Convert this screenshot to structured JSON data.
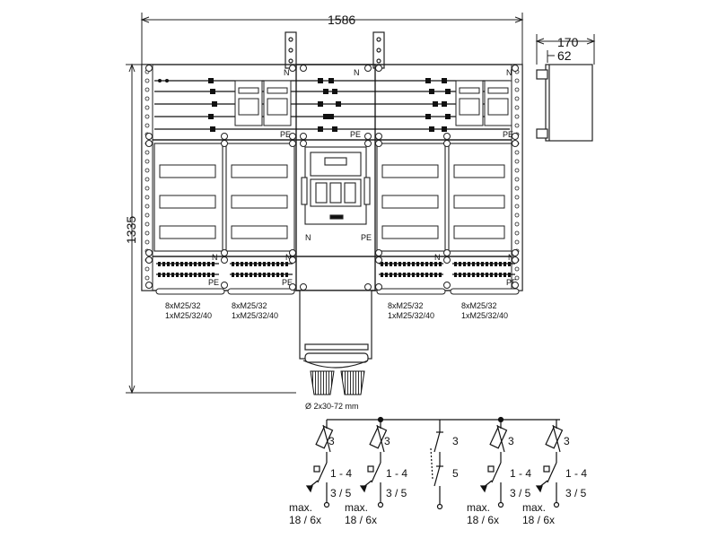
{
  "dimensions": {
    "width": "1586",
    "height": "1335",
    "depth": "170",
    "depth_inner": "62"
  },
  "labels": {
    "n": "N",
    "pe": "PE",
    "cable_entry": "Ø 2x30-72 mm"
  },
  "glands": [
    {
      "line1": "8xM25/32",
      "line2": "1xM25/32/40"
    },
    {
      "line1": "8xM25/32",
      "line2": "1xM25/32/40"
    },
    {
      "line1": "8xM25/32",
      "line2": "1xM25/32/40"
    },
    {
      "line1": "8xM25/32",
      "line2": "1xM25/32/40"
    }
  ],
  "schematic": {
    "fuse_poles": "3",
    "breaker_poles": "1 - 4",
    "breaker_alt": "3 / 5",
    "max_line1": "max.",
    "max_line2": "18 / 6x",
    "switch_top": "3",
    "switch_bottom": "5"
  }
}
